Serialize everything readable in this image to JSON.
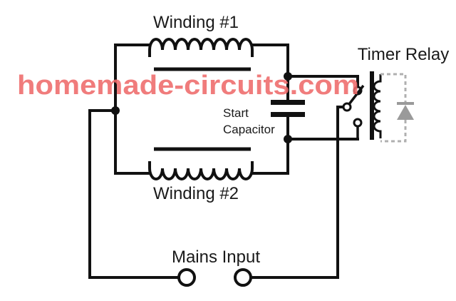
{
  "labels": {
    "winding1": "Winding #1",
    "winding2": "Winding #2",
    "timer_relay": "Timer Relay",
    "start": "Start",
    "capacitor": "Capacitor",
    "mains_input": "Mains Input"
  },
  "watermark": "homemade-circuits.com",
  "colors": {
    "wire": "#111111",
    "watermark": "#ee6a6a",
    "dashed": "#b0b0b0",
    "diode": "#9a9a9a"
  }
}
